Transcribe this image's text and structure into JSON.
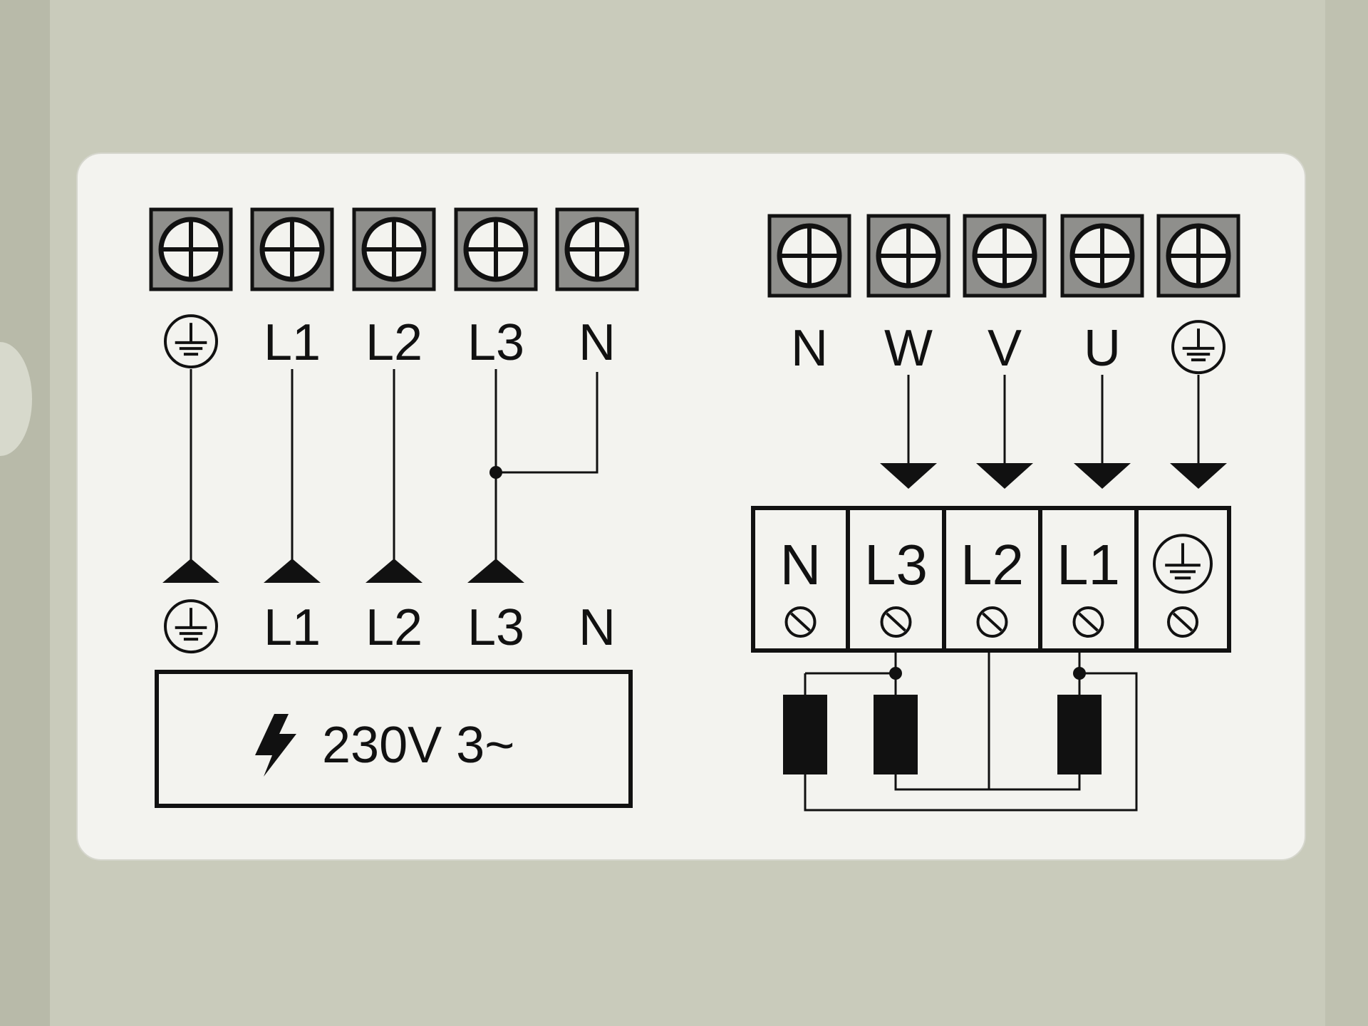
{
  "colors": {
    "housing": "#c9cbbb",
    "label": "#f3f3ef",
    "terminal_fill": "#8f8f8c",
    "ink": "#111111"
  },
  "supply": {
    "terminal_icon": "screw-cross-icon",
    "top_labels": [
      "ground-symbol",
      "L1",
      "L2",
      "L3",
      "N"
    ],
    "bottom_labels": [
      "ground-symbol",
      "L1",
      "L2",
      "L3",
      "N"
    ],
    "bridge": "N joined to L3",
    "voltage_label": "230V 3~",
    "voltage_icon": "lightning-bolt-icon"
  },
  "motor": {
    "terminal_icon": "screw-cross-icon",
    "top_labels": [
      "N",
      "W",
      "V",
      "U",
      "ground-symbol"
    ],
    "block_labels": [
      "N",
      "L3",
      "L2",
      "L1",
      "ground-symbol"
    ],
    "block_screw_icon": "screw-slot-icon",
    "heater_icon": "resistor-icon"
  }
}
